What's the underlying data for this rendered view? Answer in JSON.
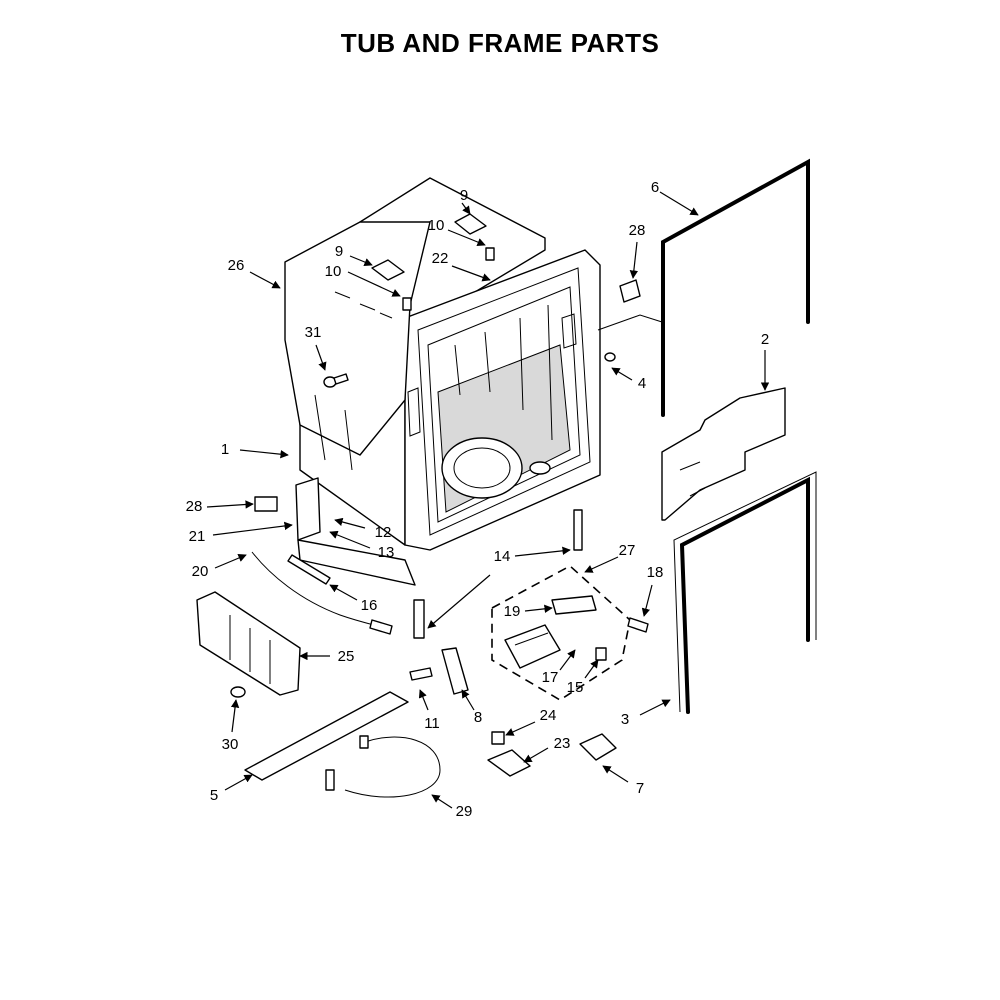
{
  "title": "TUB AND FRAME PARTS",
  "callouts": {
    "c1": "1",
    "c2": "2",
    "c3": "3",
    "c4": "4",
    "c5": "5",
    "c6": "6",
    "c7": "7",
    "c8": "8",
    "c9a": "9",
    "c9b": "9",
    "c10a": "10",
    "c10b": "10",
    "c11": "11",
    "c12": "12",
    "c13": "13",
    "c14": "14",
    "c15": "15",
    "c16": "16",
    "c17": "17",
    "c18": "18",
    "c19": "19",
    "c20": "20",
    "c21": "21",
    "c22": "22",
    "c23": "23",
    "c24": "24",
    "c25": "25",
    "c26": "26",
    "c27": "27",
    "c28a": "28",
    "c28b": "28",
    "c29": "29",
    "c30": "30",
    "c31": "31"
  }
}
